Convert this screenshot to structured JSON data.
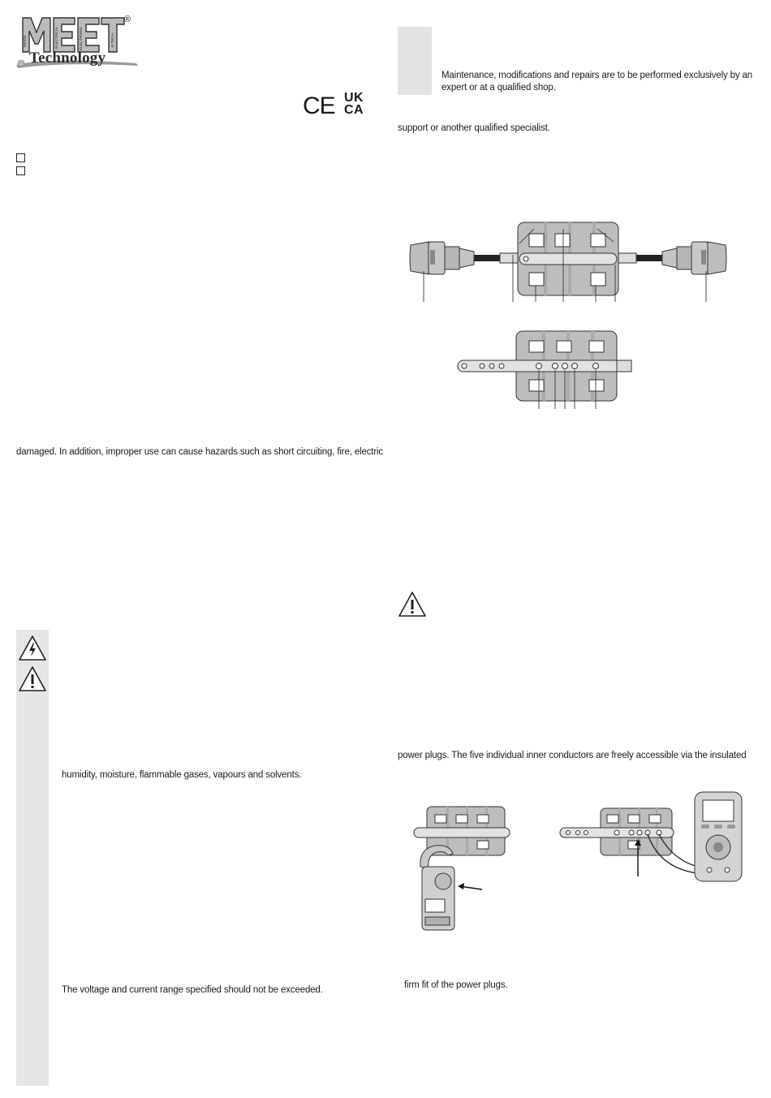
{
  "brand": {
    "logo_word": "MEET",
    "logo_subword": "Technology",
    "logo_inner_words": [
      "IMAGE",
      "ELECTRICAL",
      "ELECTRONIC",
      "E-TECH"
    ],
    "registered_mark": "®"
  },
  "certification": {
    "ce_mark": "CE",
    "ukca_line1": "UK",
    "ukca_line2": "CA"
  },
  "left_column": {
    "damage_line": "damaged. In addition, improper use can cause hazards such as short circuiting, fire, electric",
    "safety_humidity_line": "humidity, moisture, flammable gases, vapours and solvents.",
    "safety_range_line": "The voltage and current range specified should not be exceeded."
  },
  "right_column": {
    "maintenance_line1": "Maintenance, modifications and repairs are to be performed exclusively by an",
    "maintenance_line2": "expert or at a qualified shop.",
    "support_line": "support or another qualified specialist.",
    "plugs_line": "power plugs. The five individual inner conductors are freely accessible via the insulated",
    "firm_fit_line": "firm fit of the power plugs."
  },
  "icons": {
    "lightning_warning": "lightning-warning-icon",
    "exclamation_warning": "exclamation-warning-icon",
    "checkbox": "checkbox-icon"
  },
  "colors": {
    "sidebar_grey": "#e6e6e6",
    "device_grey": "#bdbdbd",
    "ink": "#1a1a1a"
  }
}
